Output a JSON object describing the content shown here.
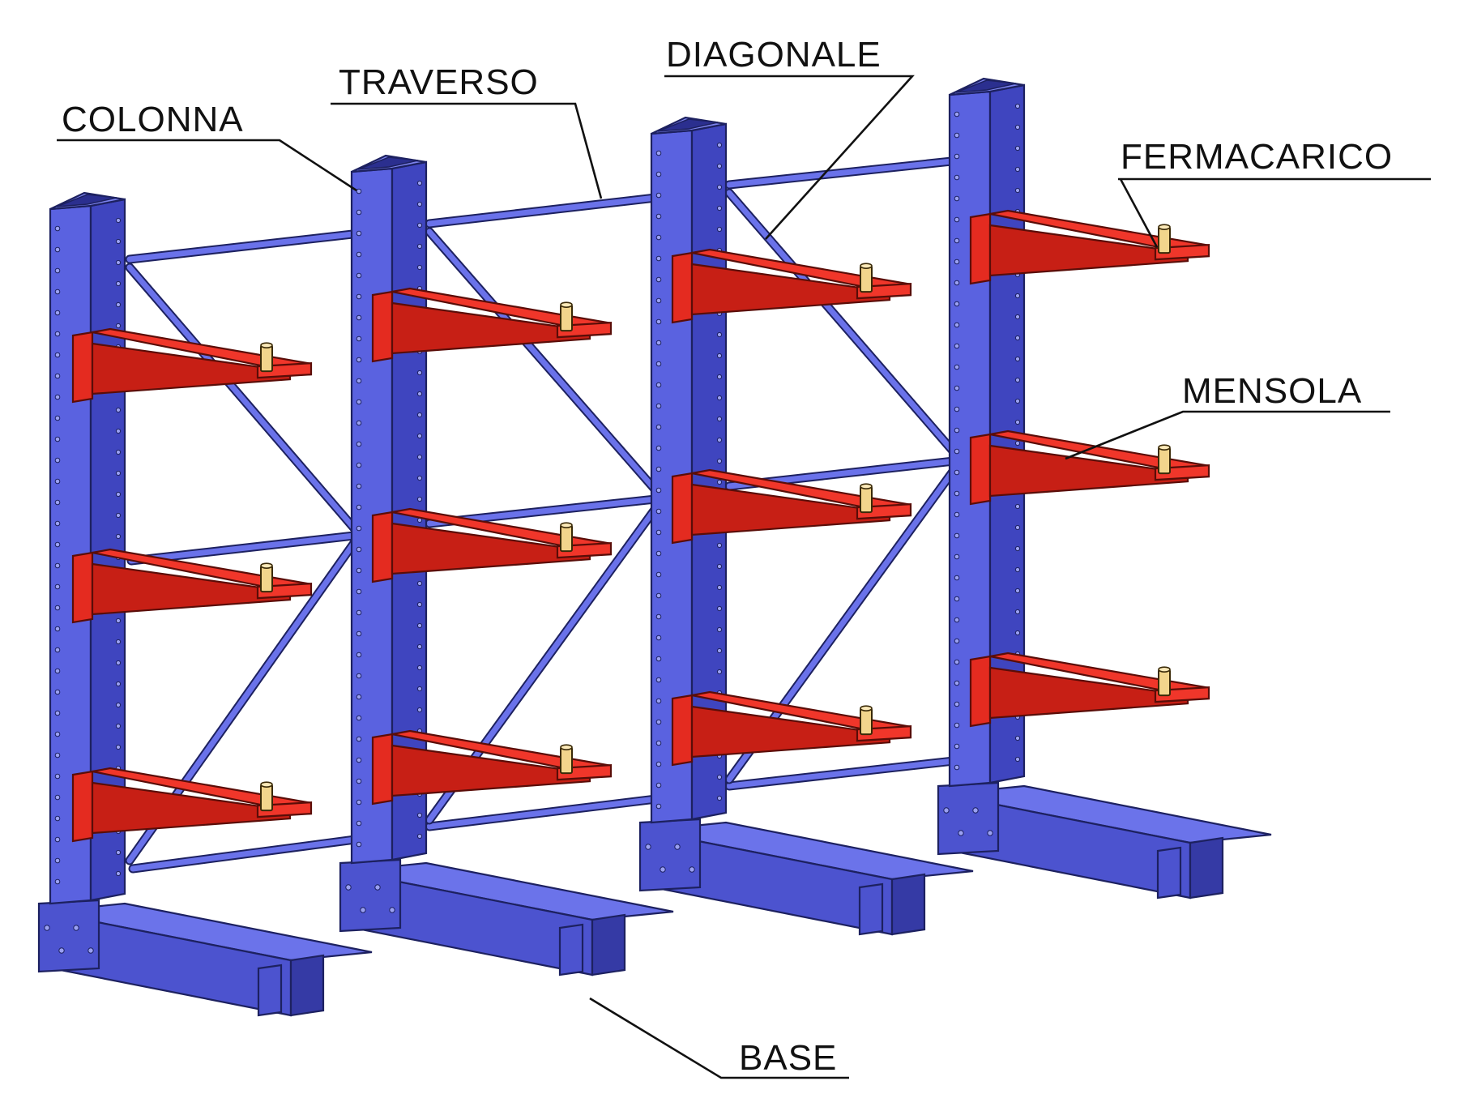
{
  "labels": {
    "colonna": "COLONNA",
    "traverso": "TRAVERSO",
    "diagonale": "DIAGONALE",
    "fermacarico": "FERMACARICO",
    "mensola": "MENSOLA",
    "base": "BASE"
  },
  "colors": {
    "column": "#5a62e0",
    "arm": "#f0362a",
    "load_stop": "#f2d58c",
    "background": "#ffffff"
  }
}
